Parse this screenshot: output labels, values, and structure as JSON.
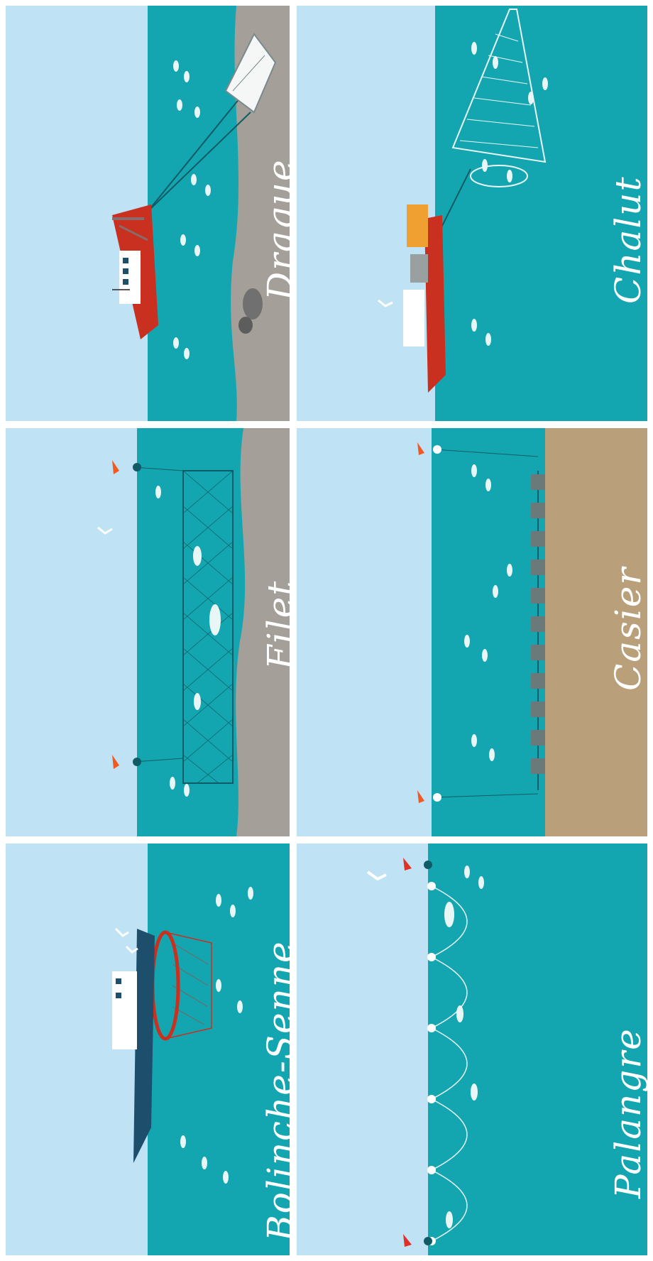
{
  "panels": [
    {
      "id": "drague",
      "label": "Drague"
    },
    {
      "id": "filet",
      "label": "Filet"
    },
    {
      "id": "bolinche",
      "label": "Bolinche-Senne"
    },
    {
      "id": "chalut",
      "label": "Chalut"
    },
    {
      "id": "casier",
      "label": "Casier"
    },
    {
      "id": "palangre",
      "label": "Palangre"
    }
  ],
  "colors": {
    "sky": "#bfe2f5",
    "sea": "#14a6b0",
    "seabed_grey": "#a49f99",
    "seabed_sand": "#b9a07a",
    "boat_red": "#c9301f",
    "boat_navy": "#1d4e6b",
    "buoy_orange": "#f05a22",
    "fish": "#e8f6f6"
  }
}
